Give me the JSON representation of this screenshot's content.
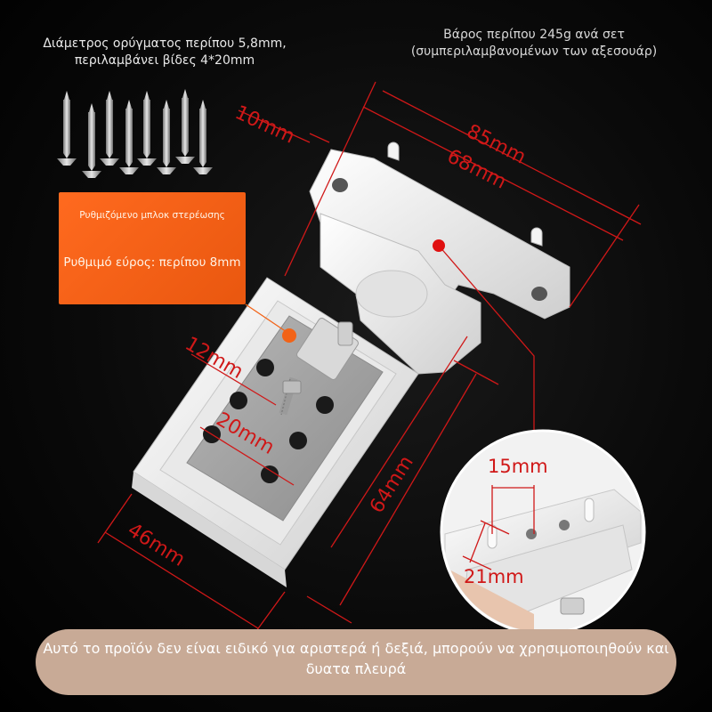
{
  "notes": {
    "hole_diameter": "Διάμετρος ορύγματος περίπου 5,8mm, περιλαμβάνει βίδες 4*20mm",
    "weight": "Βάρος περίπου 245g ανά σετ (συμπεριλαμβανομένων των αξεσουάρ)"
  },
  "callout": {
    "title": "Ρυθμιζόμενο μπλοκ στερέωσης",
    "range": "Ρυθμιμό εύρος: περίπου 8mm"
  },
  "dimensions": {
    "top_offset": "10mm",
    "total_length": "85mm",
    "inner_length": "68mm",
    "slot_height": "12mm",
    "slot_spacing": "20mm",
    "plate_length": "64mm",
    "plate_width": "46mm",
    "pin_spacing": "15mm",
    "pin_height": "21mm"
  },
  "footer": {
    "text": "Αυτό το προϊόν δεν είναι ειδικό για αριστερά ή δεξιά, μπορούν να χρησιμοποιηθούν και δυατα πλευρά"
  },
  "colors": {
    "accent_orange": "#f26317",
    "dimension_red": "#d01818",
    "footer_pill": "#c8aa96"
  }
}
